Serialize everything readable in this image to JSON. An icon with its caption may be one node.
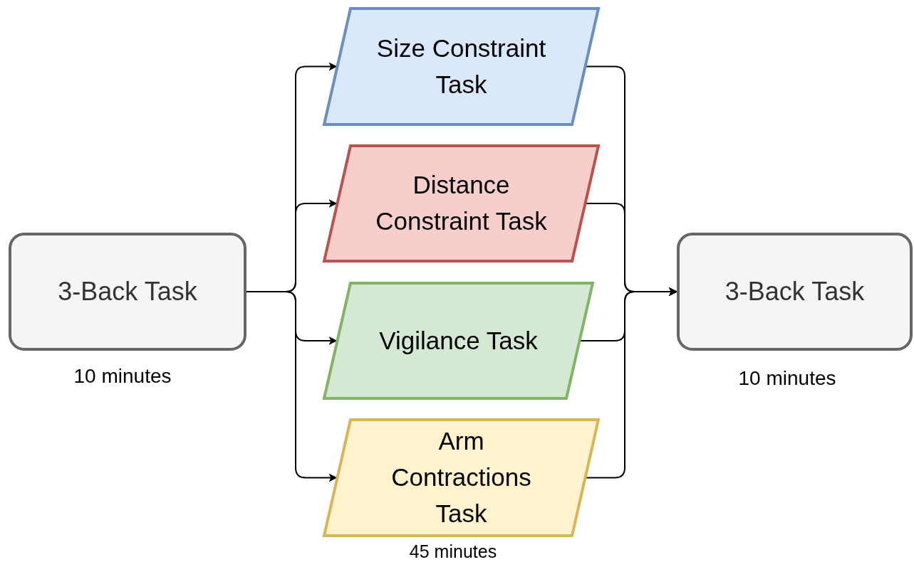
{
  "diagram": {
    "nodes": [
      {
        "text": [
          "3-Back Task"
        ],
        "beside": [
          "10 minutes"
        ]
      },
      {
        "text": [
          "Size Constraint Task"
        ]
      },
      {
        "text": [
          "Distance Constraint Task"
        ]
      },
      {
        "text": [
          "Vigilance Task"
        ]
      },
      {
        "text": [
          "Arm Contractions Task"
        ],
        "beside": [
          "45 minutes"
        ]
      },
      {
        "text": [
          "3-Back Task"
        ],
        "beside": [
          "10 minutes"
        ]
      }
    ],
    "edges": [
      {
        "from": 0,
        "to": 1,
        "arrow": "to"
      },
      {
        "from": 0,
        "to": 2,
        "arrow": "to"
      },
      {
        "from": 0,
        "to": 3,
        "arrow": "to"
      },
      {
        "from": 0,
        "to": 4,
        "arrow": "to"
      },
      {
        "from": 1,
        "to": 5,
        "arrow": "to"
      },
      {
        "from": 2,
        "to": 5,
        "arrow": "to"
      },
      {
        "from": 3,
        "to": 5,
        "arrow": "to"
      },
      {
        "from": 4,
        "to": 5,
        "arrow": "to"
      }
    ]
  }
}
